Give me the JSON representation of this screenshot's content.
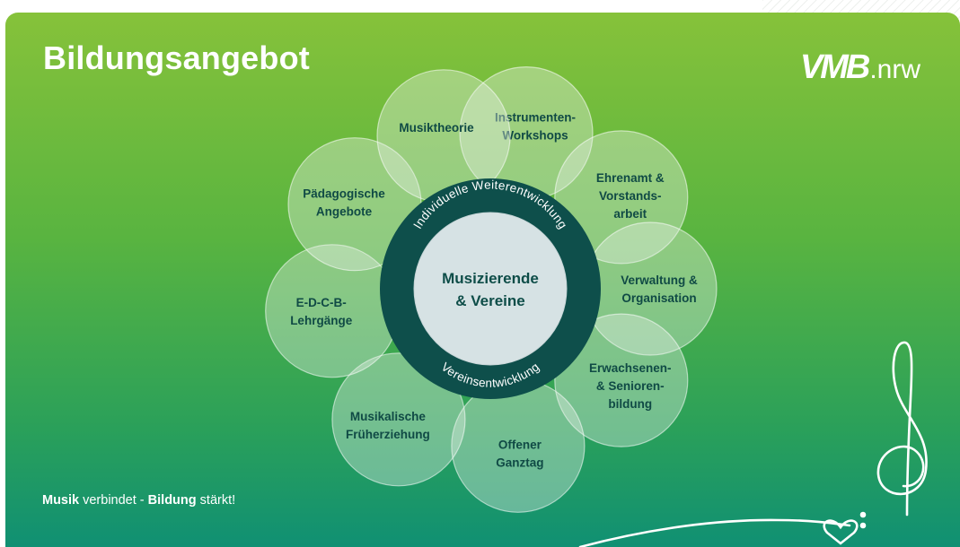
{
  "title": "Bildungsangebot",
  "logo": {
    "mark": "VMB",
    "suffix": ".nrw"
  },
  "center": {
    "line1": "Musizierende",
    "line2": "& Vereine"
  },
  "ring": {
    "top": "Individuelle Weiterentwicklung",
    "bottom": "Vereinsentwicklung"
  },
  "petals": [
    {
      "id": "instrumenten-workshops",
      "lines": [
        "Instrumenten-",
        "Workshops"
      ]
    },
    {
      "id": "ehrenamt",
      "lines": [
        "Ehrenamt &",
        "Vorstands-",
        "arbeit"
      ]
    },
    {
      "id": "verwaltung",
      "lines": [
        "Verwaltung &",
        "Organisation"
      ]
    },
    {
      "id": "erwachsenen",
      "lines": [
        "Erwachsenen-",
        "& Senioren-",
        "bildung"
      ]
    },
    {
      "id": "offener-ganztag",
      "lines": [
        "Offener",
        "Ganztag"
      ]
    },
    {
      "id": "frueherziehung",
      "lines": [
        "Musikalische",
        "Früherziehung"
      ]
    },
    {
      "id": "lehrgaenge",
      "lines": [
        "E-D-C-B-",
        "Lehrgänge"
      ]
    },
    {
      "id": "paedagogische",
      "lines": [
        "Pädagogische",
        "Angebote"
      ]
    },
    {
      "id": "musiktheorie",
      "lines": [
        "Musiktheorie"
      ]
    }
  ],
  "tagline": {
    "word1": "Musik",
    "mid": " verbindet - ",
    "word2": "Bildung",
    "end": " stärkt!"
  },
  "colors": {
    "gradient_top": "#86c23a",
    "gradient_bottom": "#109073",
    "ring": "#0e4f4b",
    "center": "#d6e2e4",
    "petal_text": "#104a45"
  },
  "icons": [
    "treble-clef-icon",
    "heart-notes-icon"
  ]
}
